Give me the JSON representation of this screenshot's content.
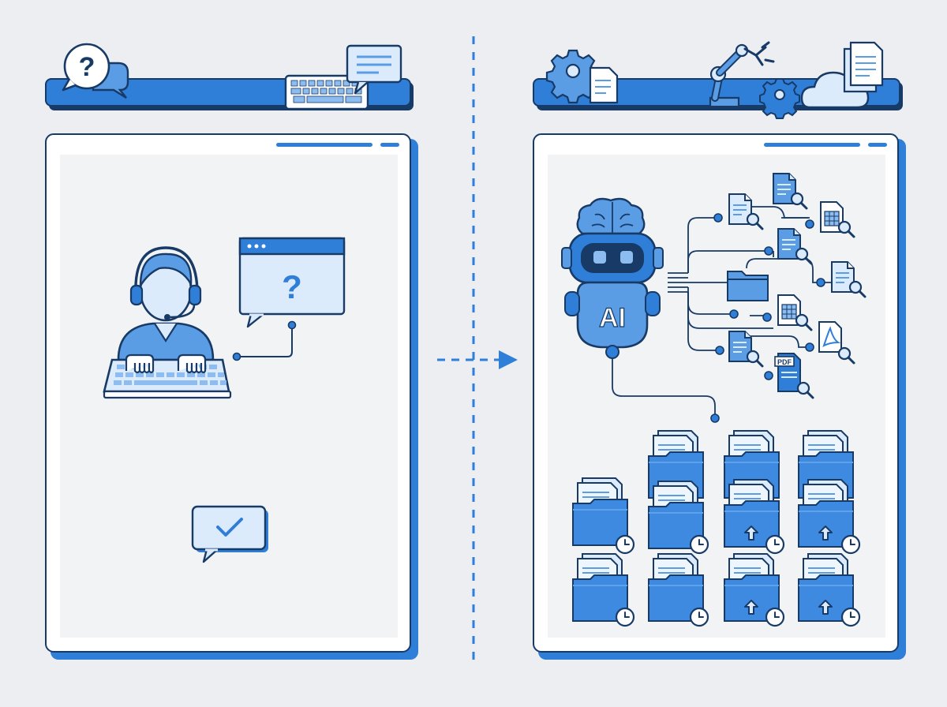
{
  "colors": {
    "background": "#eceef1",
    "primary_blue": "#2f7fd8",
    "light_blue": "#8dbdf0",
    "pale_blue": "#dcebfb",
    "outline_navy": "#173a66",
    "panel_fill": "#f2f3f5"
  },
  "left_side": {
    "header_bar": {
      "icons": [
        "question-chat-icon",
        "keyboard-icon",
        "chat-message-icon"
      ]
    },
    "panel": {
      "scene_icons": [
        "support-agent-headset-icon",
        "keyboard-icon",
        "question-window-icon",
        "checkmark-chat-icon"
      ],
      "question_mark": "?"
    }
  },
  "right_side": {
    "header_bar": {
      "icons": [
        "gear-document-icon",
        "robot-arm-icon",
        "gear-icon",
        "cloud-icon",
        "documents-icon"
      ]
    },
    "panel": {
      "ai_robot": {
        "label": "AI",
        "icon": "ai-brain-robot-icon"
      },
      "document_icons": [
        "search-document-icon",
        "spreadsheet-search-icon",
        "folder-icon",
        "pdf-search-icon"
      ],
      "pdf_label": "PDF",
      "folder_grid_rows": 3,
      "folder_grid_cols": 4,
      "folder_badges": [
        "clock-icon",
        "upload-arrow-icon"
      ]
    }
  },
  "connector": {
    "icon": "arrow-right-icon"
  }
}
